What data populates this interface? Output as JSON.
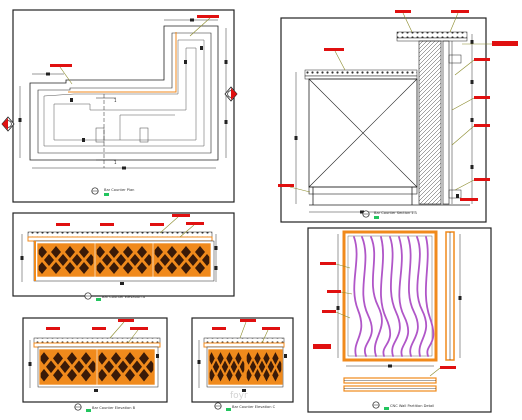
{
  "sheet": {
    "views": [
      {
        "id": "plan",
        "caption": "Bar Counter Plan"
      },
      {
        "id": "section",
        "caption": "Bar Counter Section 1-1"
      },
      {
        "id": "elev-a",
        "caption": "Bar Counter Elevation A"
      },
      {
        "id": "elev-b",
        "caption": "Bar Counter Elevation B"
      },
      {
        "id": "elev-c",
        "caption": "Bar Counter Elevation C"
      },
      {
        "id": "partition",
        "caption": "CNC Wall Partition Detail"
      }
    ],
    "section_markers": [
      "1",
      "1"
    ],
    "watermark": "foyr"
  },
  "colors": {
    "line": "#222222",
    "annotation_red": "#e01010",
    "wood_orange": "#f08a1c",
    "panel_dark": "#3a1a08",
    "cnc_purple": "#b056c8",
    "tag_green": "#22c55e",
    "callout_olive": "#8a8a2a"
  }
}
